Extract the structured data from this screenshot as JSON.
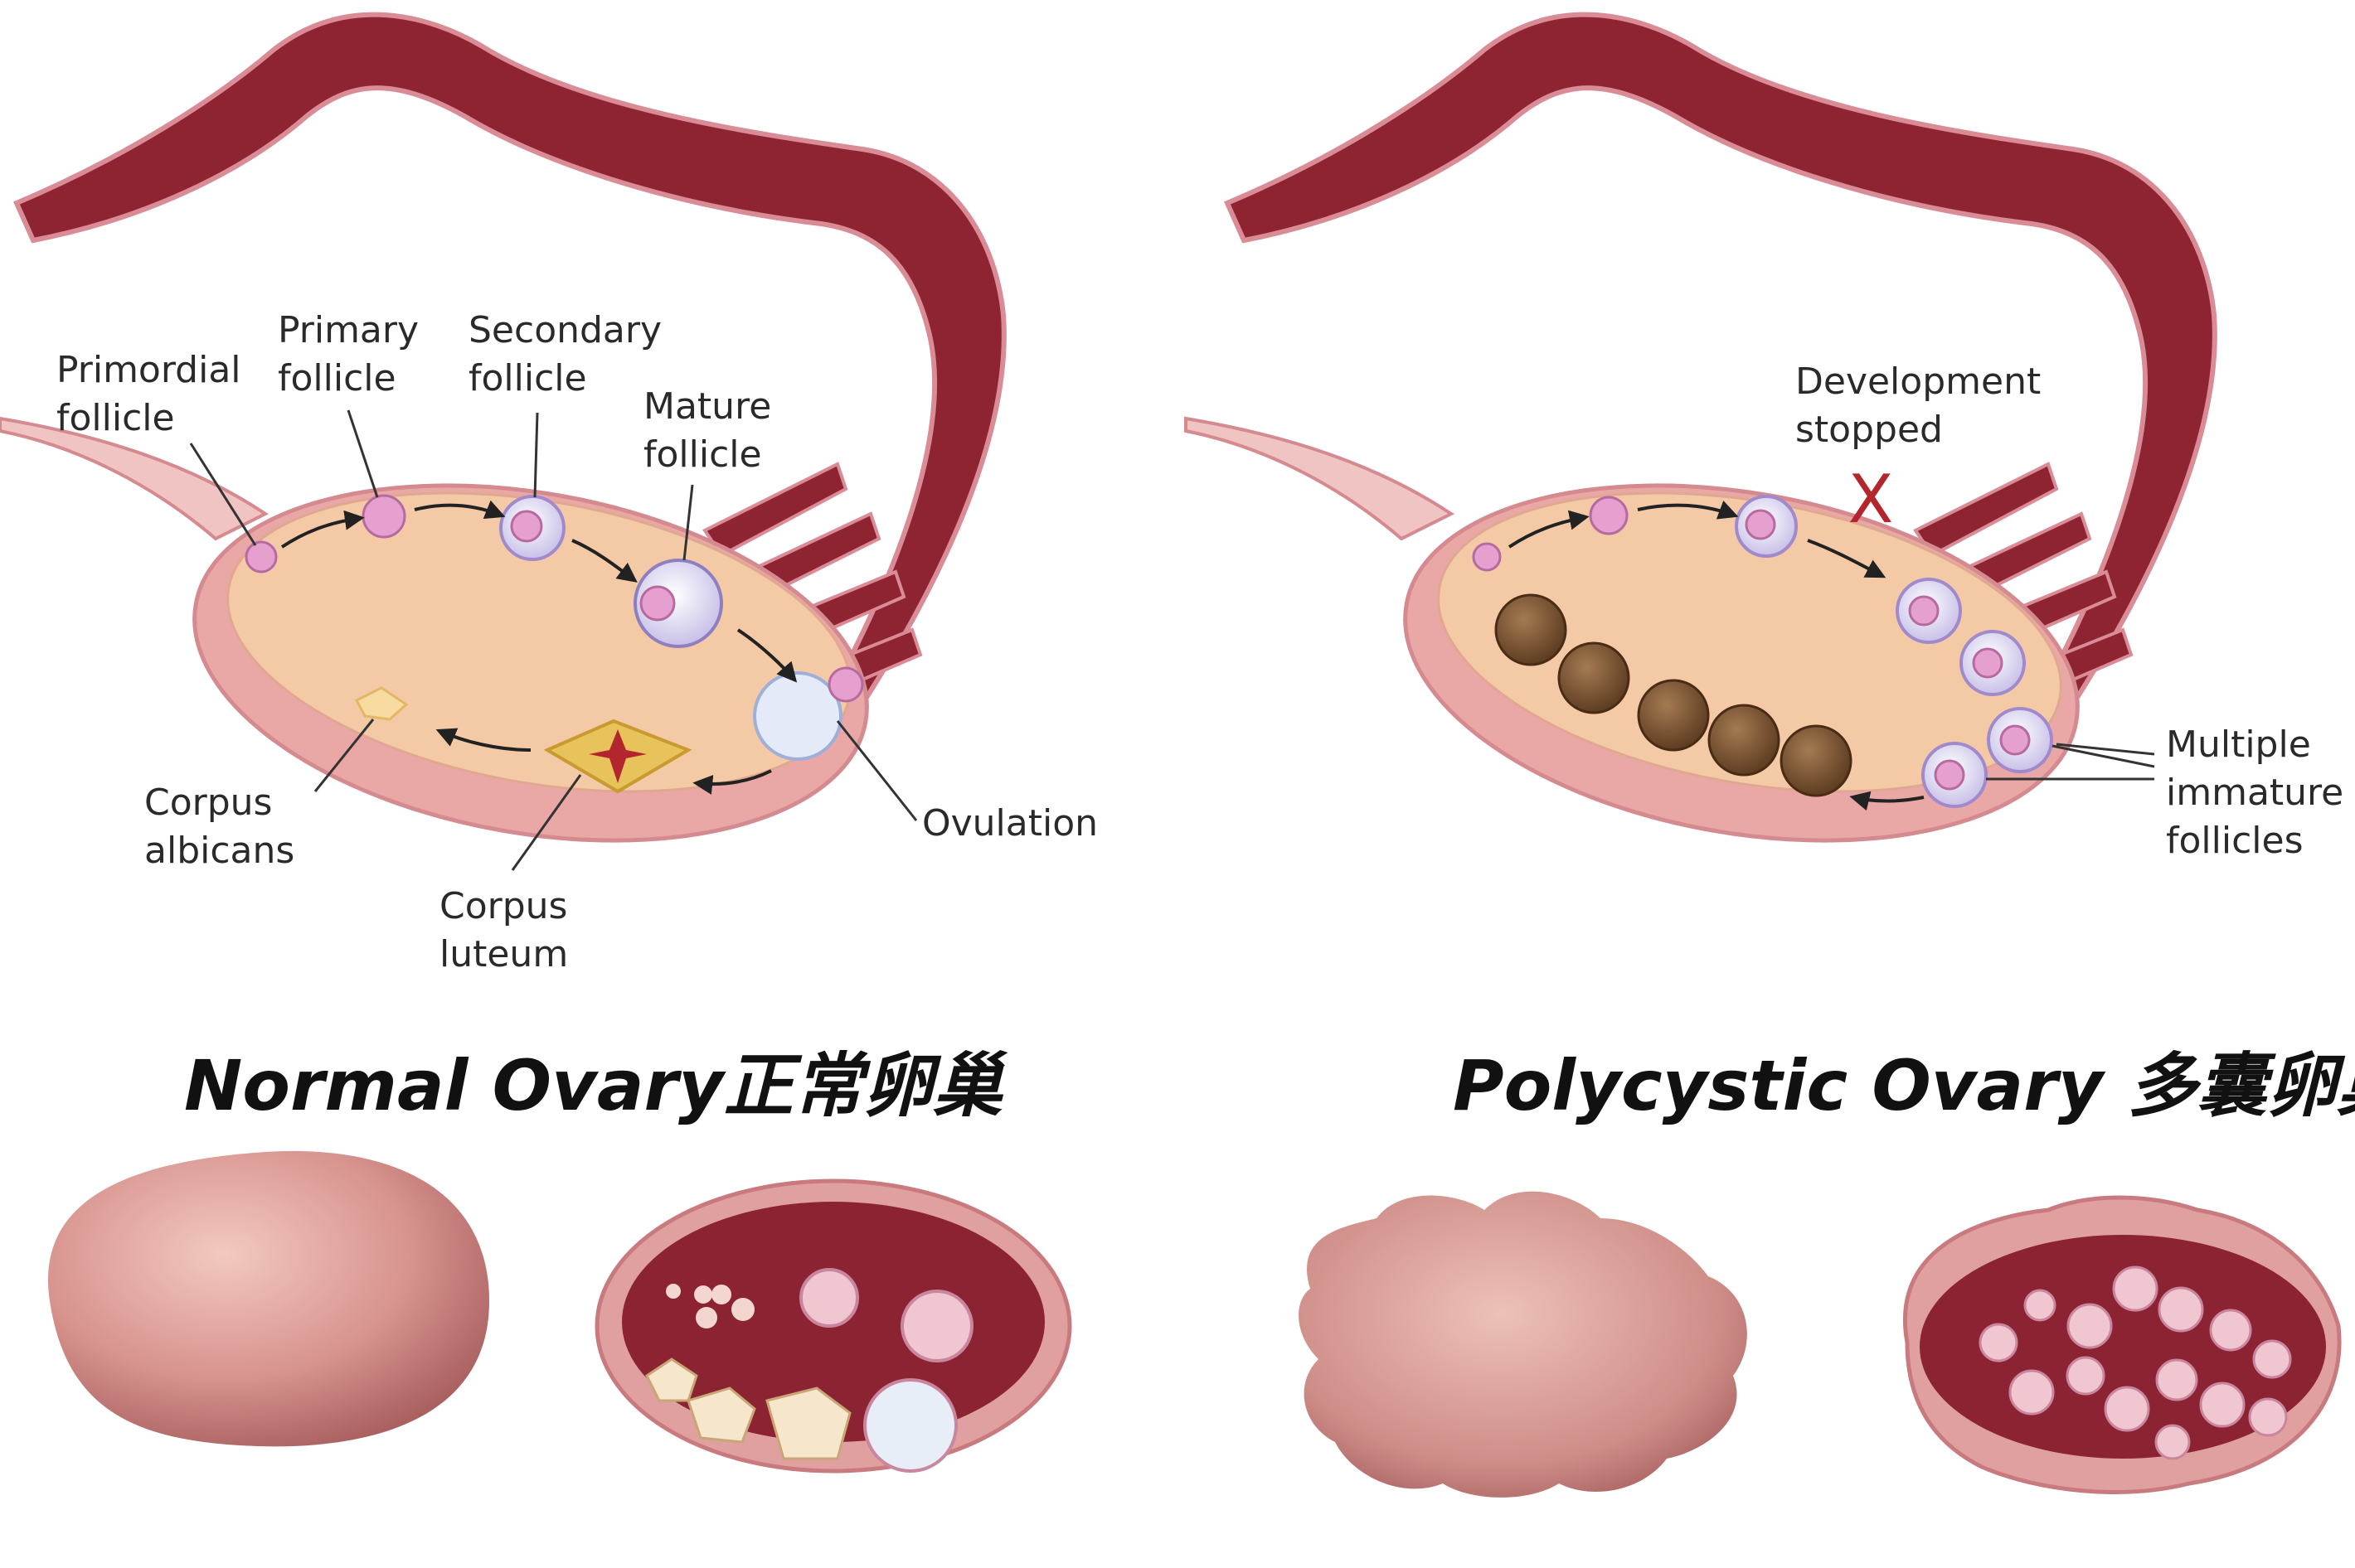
{
  "normal": {
    "title": "Normal Ovary正常卵巢",
    "labels": {
      "primordial_follicle": "Primordial\nfollicle",
      "primary_follicle": "Primary\nfollicle",
      "secondary_follicle": "Secondary\nfollicle",
      "mature_follicle": "Mature\nfollicle",
      "ovulation": "Ovulation",
      "corpus_albicans": "Corpus\nalbicans",
      "corpus_luteum": "Corpus\nluteum"
    }
  },
  "polycystic": {
    "title": "Polycystic Ovary 多囊卵巢",
    "labels": {
      "development_stopped": "Development\nstopped",
      "stop_mark": "X",
      "multiple_immature_follicles": "Multiple\nimmature\nfollicles"
    }
  },
  "colors": {
    "tube_dark": "#8e2432",
    "tube_light": "#d98b96",
    "ligament": "#f0c4c2",
    "ovary_inner": "#f4c9a6",
    "ovary_outer": "#e9a8a6",
    "follicle_pink": "#e6a0cf",
    "cyst_brown": "#7b5433",
    "corpus_luteum": "#e8c25a",
    "arrow": "#222222",
    "stop_red": "#b3262e"
  }
}
